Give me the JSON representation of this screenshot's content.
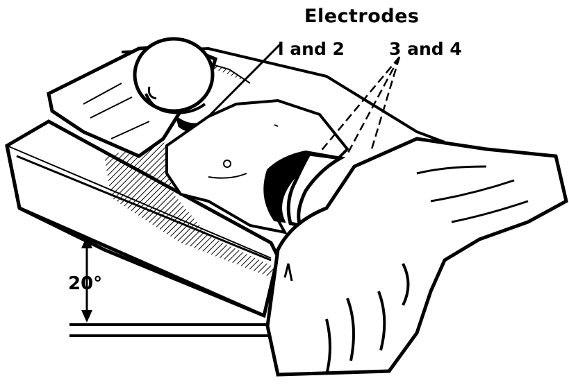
{
  "figure": {
    "title": "Electrodes",
    "electrode_pair_1": "l and 2",
    "electrode_pair_2": "3 and 4",
    "tilt_angle": "20°"
  },
  "colors": {
    "ink": "#000000",
    "paper": "#ffffff"
  }
}
